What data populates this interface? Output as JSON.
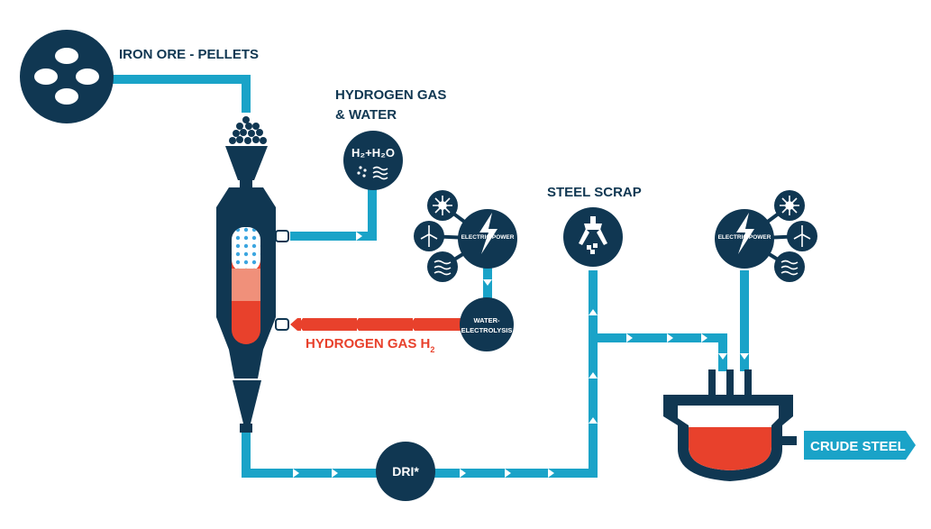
{
  "labels": {
    "iron_ore": "IRON ORE - PELLETS",
    "hydrogen_water_line1": "HYDROGEN GAS",
    "hydrogen_water_line2": "& WATER",
    "h2_h2o": "H₂+H₂O",
    "electric_power_1": "ELECTRIC POWER",
    "electric_power_2": "ELECTRIC POWER",
    "steel_scrap": "STEEL SCRAP",
    "water_electrolysis_line1": "WATER-",
    "water_electrolysis_line2": "ELECTROLYSIS",
    "hydrogen_gas_h2": "HYDROGEN GAS H",
    "hydrogen_gas_h2_sub": "2",
    "dri": "DRI*",
    "crude_steel": "CRUDE STEEL"
  },
  "colors": {
    "navy": "#103752",
    "cyan": "#1aa3c8",
    "red": "#e8412c",
    "salmon": "#f0907a",
    "dot_blue": "#3ca6e0",
    "white": "#ffffff"
  },
  "icons": {
    "iron_ore": "pellets-icon",
    "h2_h2o": "molecule-icon",
    "electric_power": "lightning-icon",
    "sun": "sun-icon",
    "wind": "wind-turbine-icon",
    "water": "waves-icon",
    "steel_scrap": "scrap-grabber-icon",
    "electrolysis": "electrolysis-node",
    "furnace": "electric-arc-furnace",
    "shaft": "shaft-furnace"
  }
}
